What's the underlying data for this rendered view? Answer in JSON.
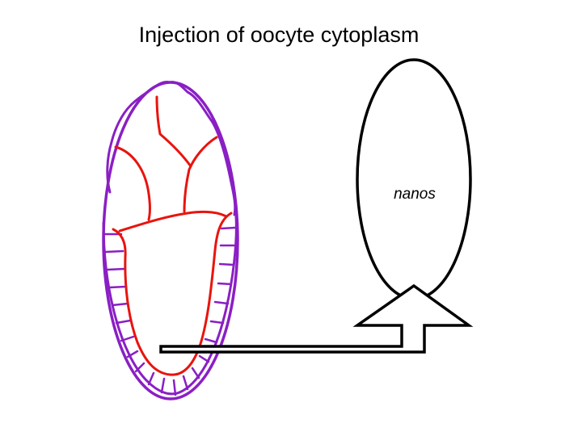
{
  "slide": {
    "title": "Injection of oocyte cytoplasm"
  },
  "diagram": {
    "donor_label": "nanos",
    "colors": {
      "egg_outline": "#8a1fc4",
      "embryo_lines": "#e8140e",
      "donor_outline": "#000000",
      "arrow": "#000000",
      "background": "#ffffff"
    },
    "elements": [
      "recipient-egg",
      "embryo-cell-boundaries",
      "blastoderm-cell-walls",
      "donor-oocyte",
      "transfer-arrow"
    ]
  }
}
